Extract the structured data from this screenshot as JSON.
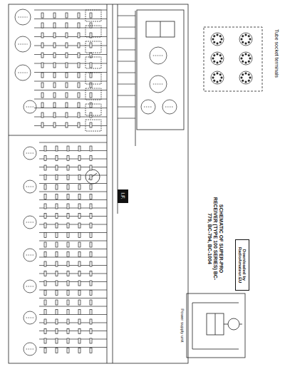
{
  "diagram": {
    "title": "SCHEMATIC OF SUPER-PRO RECEIVER (TYPE 100 SERIES) BC-779, BC-794, BC-1004",
    "nodes": [
      {
        "text": [
          "I.F."
        ]
      },
      {
        "text": [
          "Downloaded by RadioAmateur.EU"
        ]
      }
    ],
    "labels": [
      "Tube socket terminals",
      "Power supply unit"
    ]
  }
}
